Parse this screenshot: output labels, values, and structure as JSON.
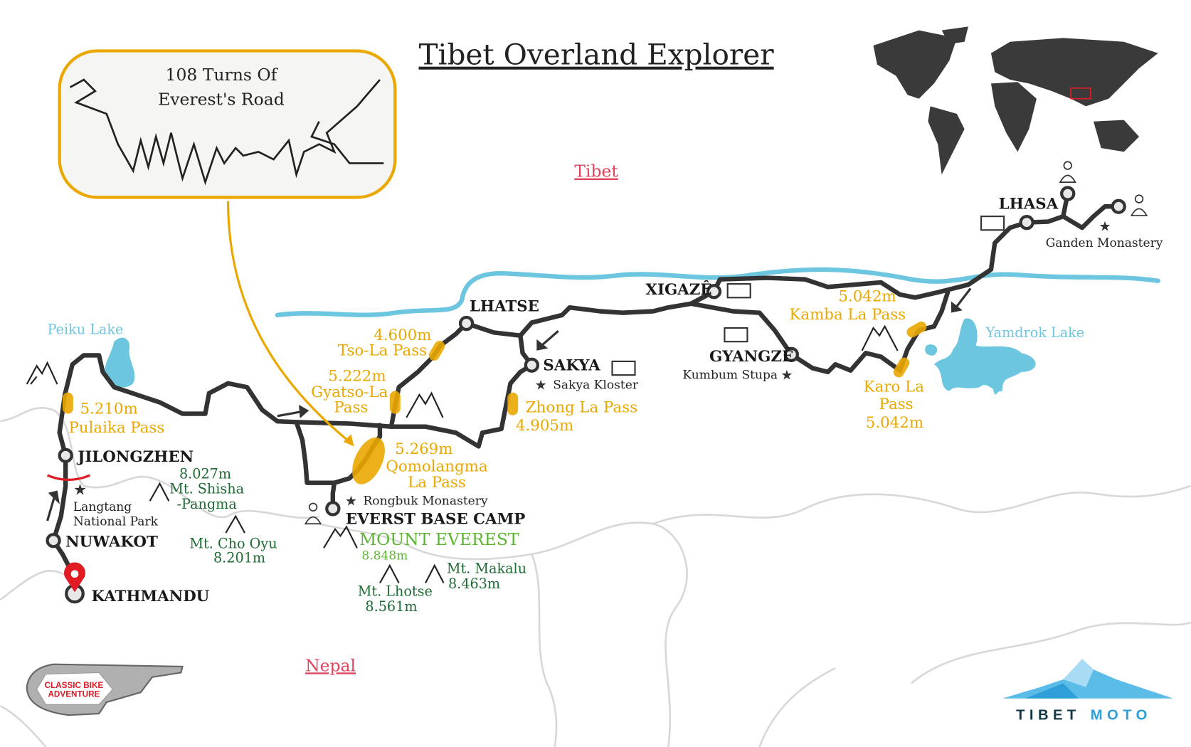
{
  "title": "Tibet Overland Explorer",
  "inset": {
    "line1": "108 Turns Of",
    "line2": "Everest's Road"
  },
  "countries": {
    "tibet": "Tibet",
    "nepal": "Nepal"
  },
  "cities": {
    "kathmandu": "KATHMANDU",
    "nuwakot": "NUWAKOT",
    "jilongzhen": "JILONGZHEN",
    "lhatse": "LHATSE",
    "sakya": "SAKYA",
    "xigaze": "XIGAZÊ",
    "gyangze": "GYANGZÊ",
    "lhasa": "LHASA",
    "base_camp": "EVERST BASE CAMP"
  },
  "passes": [
    {
      "alt": "5.210m",
      "name": "Pulaika Pass"
    },
    {
      "alt": "4.600m",
      "name": "Tso-La Pass"
    },
    {
      "alt": "5.222m",
      "name": "Gyatso-La",
      "name2": "Pass"
    },
    {
      "alt": "5.269m",
      "name": "Qomolangma",
      "name2": "La Pass"
    },
    {
      "alt": "4.905m",
      "name": "Zhong La Pass"
    },
    {
      "alt": "5.042m",
      "name": "Kamba La Pass"
    },
    {
      "alt": "5.042m",
      "name": "Karo La",
      "name2": "Pass"
    }
  ],
  "peaks": {
    "everest": {
      "name": "MOUNT EVEREST",
      "alt": "8.848m"
    },
    "shisha": {
      "alt": "8.027m",
      "name": "Mt. Shisha",
      "name2": "-Pangma"
    },
    "cho_oyu": {
      "name": "Mt. Cho Oyu",
      "alt": "8.201m"
    },
    "lhotse": {
      "name": "Mt. Lhotse",
      "alt": "8.561m"
    },
    "makalu": {
      "name": "Mt. Makalu",
      "alt": "8.463m"
    }
  },
  "poi": {
    "langtang1": "Langtang",
    "langtang2": "National Park",
    "rongbuk": "Rongbuk Monastery",
    "sakya_kloster": "Sakya Kloster",
    "kumbum": "Kumbum Stupa",
    "ganden": "Ganden Monastery"
  },
  "lakes": {
    "peiku": "Peiku Lake",
    "yamdrok": "Yamdrok Lake"
  },
  "logos": {
    "left": "CLASSIC BIKE ADVENTURE",
    "right_a": "TIBET",
    "right_b": "MOTO"
  },
  "colors": {
    "route": "#333333",
    "pass": "#eaa800",
    "river": "#6cc6e0",
    "peak": "#1e6b34",
    "everest": "#5cb533",
    "border": "#d8d8d8"
  }
}
